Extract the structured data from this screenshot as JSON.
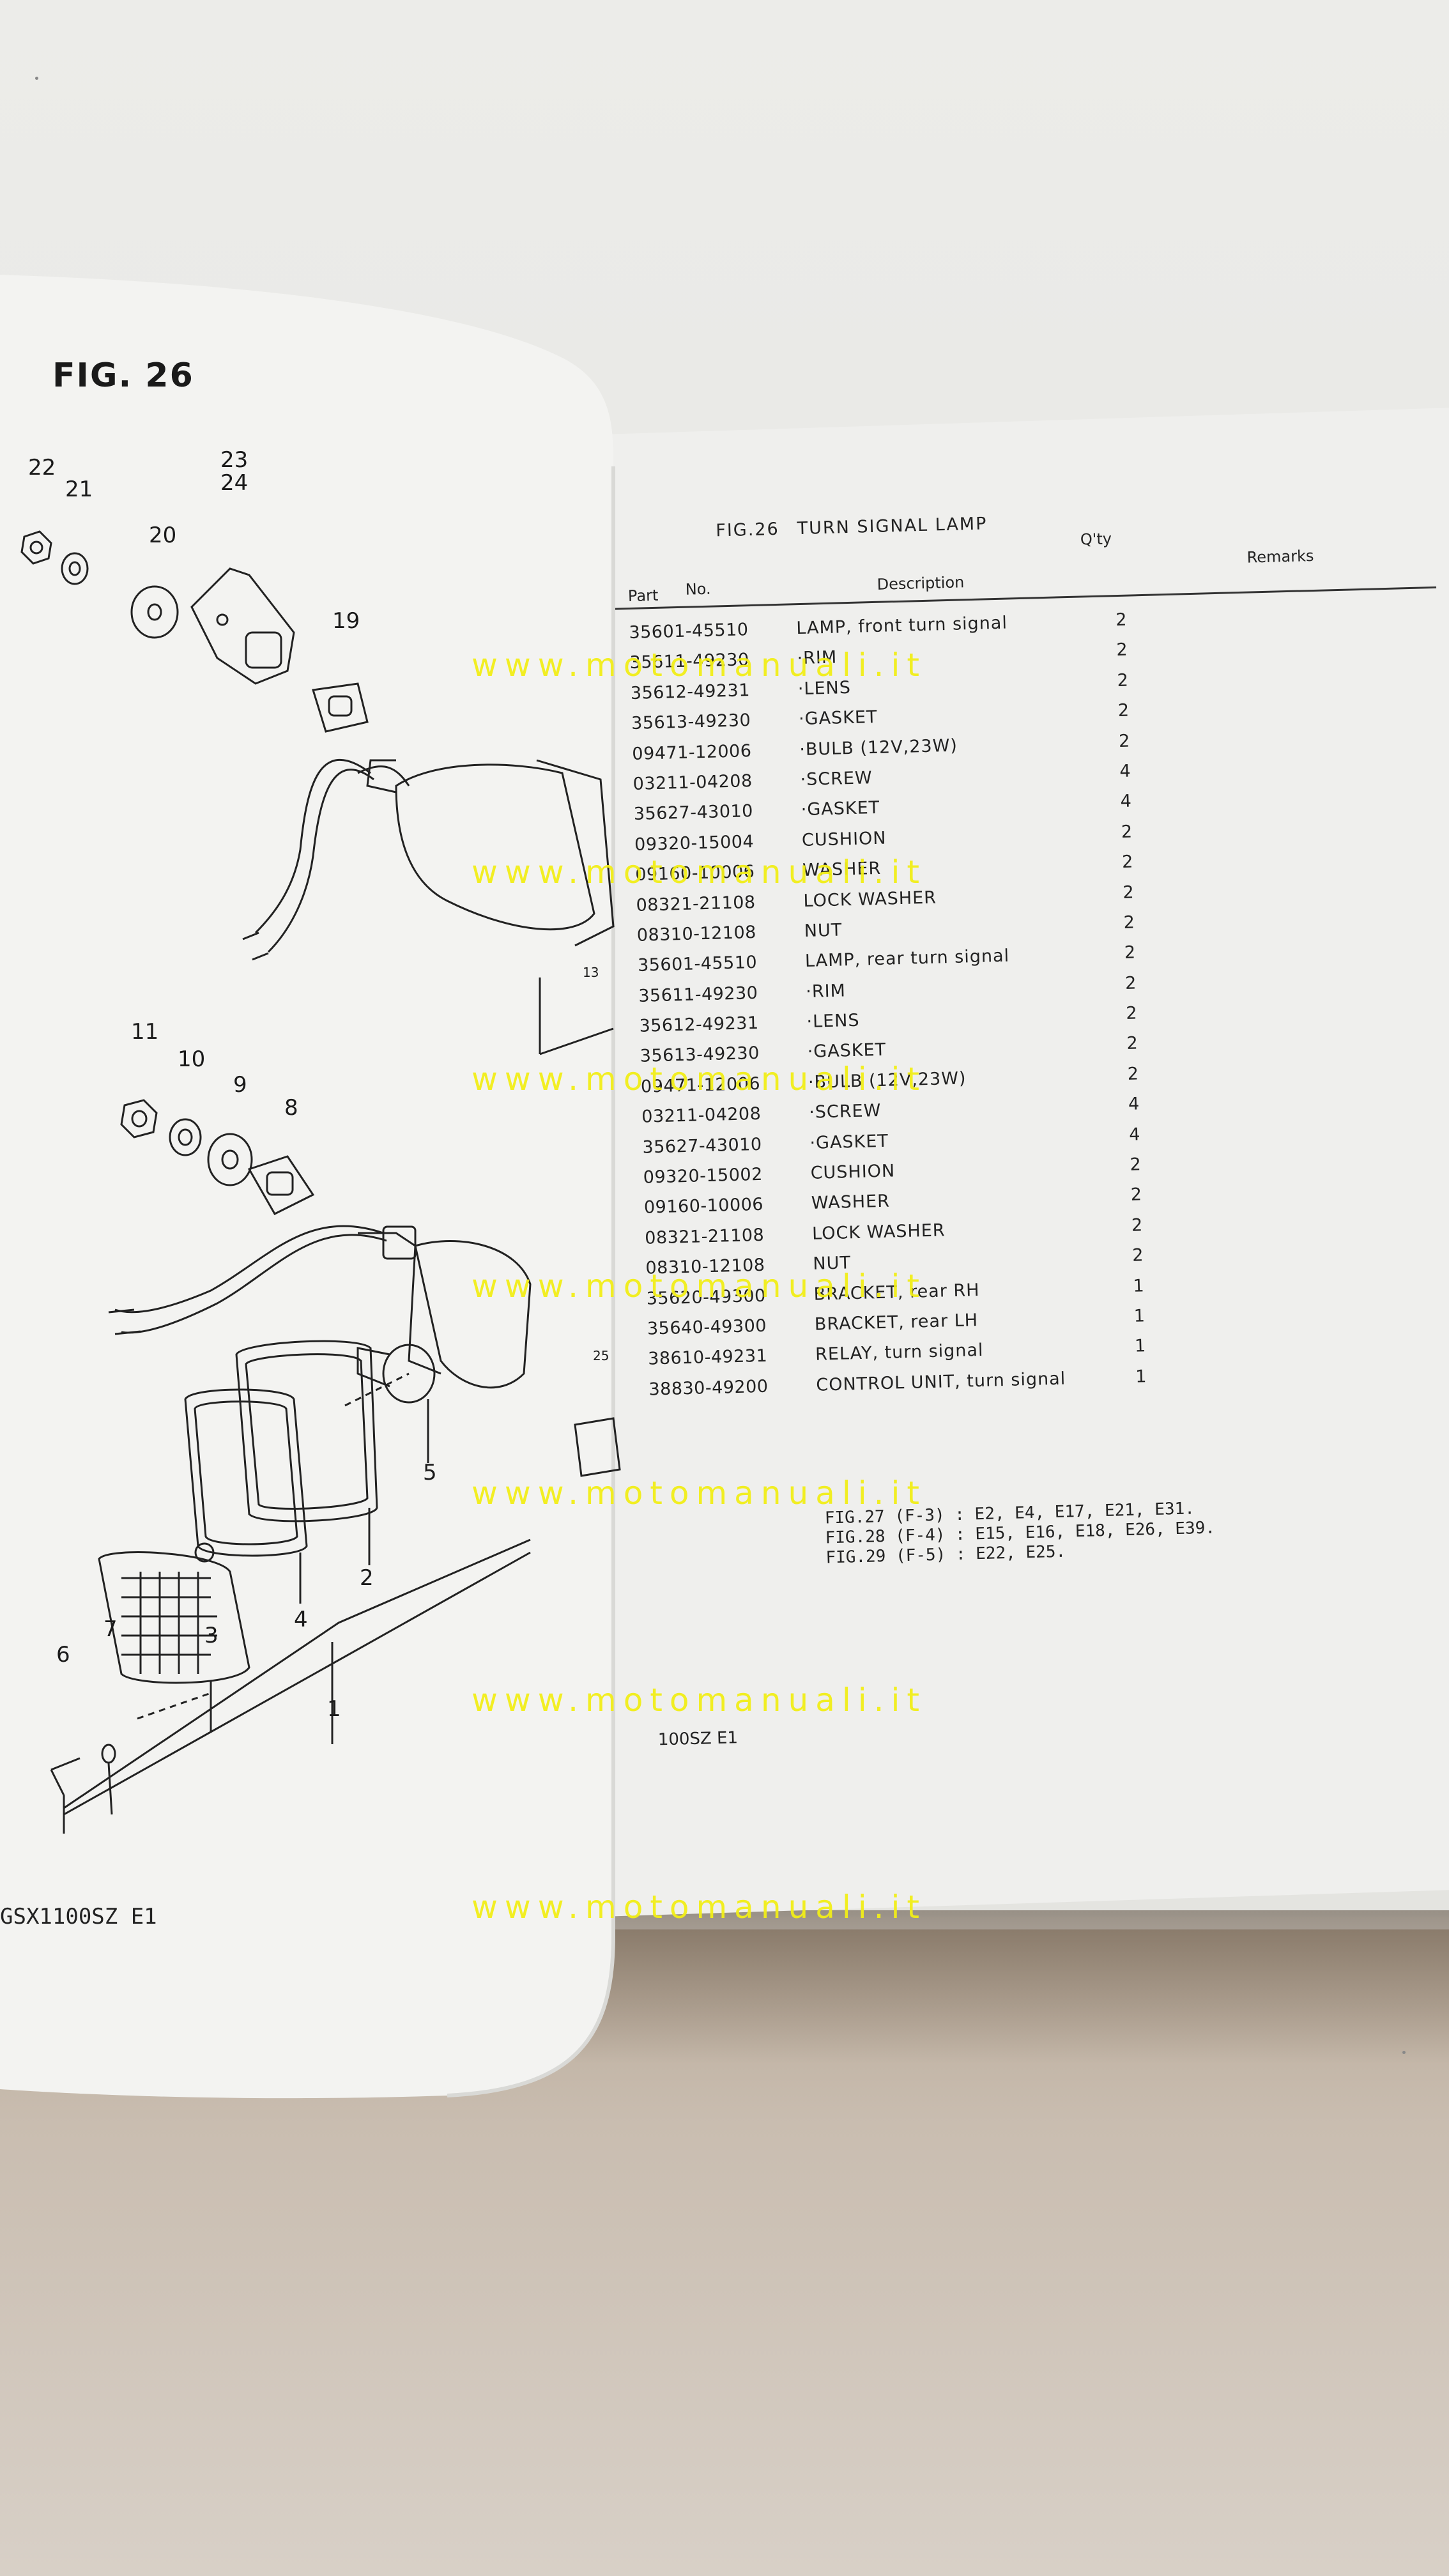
{
  "left_page": {
    "fig_label": "FIG. 26",
    "footer": "GSX1100SZ E1",
    "callouts": {
      "c22": "22",
      "c21": "21",
      "c20": "20",
      "c23": "23",
      "c24": "24",
      "c19": "19",
      "c13": "13",
      "c11": "11",
      "c10": "10",
      "c9": "9",
      "c8": "8",
      "c25": "25",
      "c5": "5",
      "c2": "2",
      "c4": "4",
      "c3": "3",
      "c1": "1",
      "c6": "6",
      "c7": "7"
    }
  },
  "right_page": {
    "fig_no": "FIG.26",
    "fig_title": "TURN SIGNAL LAMP",
    "headers": {
      "qty": "Q'ty",
      "remarks": "Remarks",
      "part": "Part",
      "no": "No.",
      "description": "Description"
    },
    "rows": [
      {
        "part_no": "35601-45510",
        "description": "LAMP, front turn signal",
        "qty": "2"
      },
      {
        "part_no": "35611-49230",
        "description": "·RIM",
        "qty": "2"
      },
      {
        "part_no": "35612-49231",
        "description": "·LENS",
        "qty": "2"
      },
      {
        "part_no": "35613-49230",
        "description": "·GASKET",
        "qty": "2"
      },
      {
        "part_no": "09471-12006",
        "description": "·BULB (12V,23W)",
        "qty": "2"
      },
      {
        "part_no": "03211-04208",
        "description": "·SCREW",
        "qty": "4"
      },
      {
        "part_no": "35627-43010",
        "description": "·GASKET",
        "qty": "4"
      },
      {
        "part_no": "09320-15004",
        "description": "CUSHION",
        "qty": "2"
      },
      {
        "part_no": "09160-10006",
        "description": "WASHER",
        "qty": "2"
      },
      {
        "part_no": "08321-21108",
        "description": "LOCK WASHER",
        "qty": "2"
      },
      {
        "part_no": "08310-12108",
        "description": "NUT",
        "qty": "2"
      },
      {
        "part_no": "35601-45510",
        "description": "LAMP, rear turn signal",
        "qty": "2"
      },
      {
        "part_no": "35611-49230",
        "description": "·RIM",
        "qty": "2"
      },
      {
        "part_no": "35612-49231",
        "description": "·LENS",
        "qty": "2"
      },
      {
        "part_no": "35613-49230",
        "description": "·GASKET",
        "qty": "2"
      },
      {
        "part_no": "09471-12006",
        "description": "·BULB (12V,23W)",
        "qty": "2"
      },
      {
        "part_no": "03211-04208",
        "description": "·SCREW",
        "qty": "4"
      },
      {
        "part_no": "35627-43010",
        "description": "·GASKET",
        "qty": "4"
      },
      {
        "part_no": "09320-15002",
        "description": "CUSHION",
        "qty": "2"
      },
      {
        "part_no": "09160-10006",
        "description": "WASHER",
        "qty": "2"
      },
      {
        "part_no": "08321-21108",
        "description": "LOCK WASHER",
        "qty": "2"
      },
      {
        "part_no": "08310-12108",
        "description": "NUT",
        "qty": "2"
      },
      {
        "part_no": "35620-49300",
        "description": "BRACKET, rear RH",
        "qty": "1"
      },
      {
        "part_no": "35640-49300",
        "description": "BRACKET, rear LH",
        "qty": "1"
      },
      {
        "part_no": "38610-49231",
        "description": "RELAY, turn signal",
        "qty": "1"
      },
      {
        "part_no": "38830-49200",
        "description": "CONTROL UNIT, turn signal",
        "qty": "1"
      }
    ],
    "notes": [
      "FIG.27 (F-3) : E2, E4, E17, E21, E31.",
      "FIG.28 (F-4) : E15, E16, E18, E26, E39.",
      "FIG.29 (F-5) : E22, E25."
    ],
    "footer": "100SZ E1"
  },
  "watermark": "www.motomanuali.it",
  "colors": {
    "watermark": "#f2ee18",
    "ink": "#222222",
    "paper": "#efefed"
  }
}
